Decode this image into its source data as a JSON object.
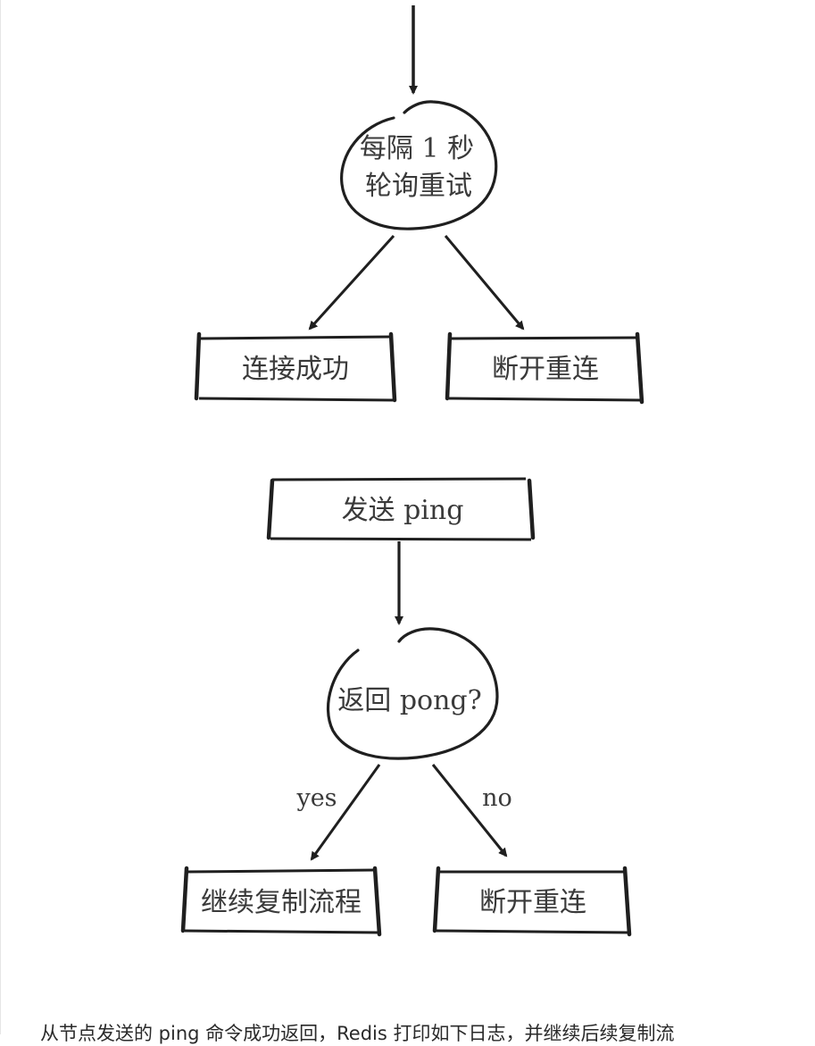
{
  "diagram": {
    "node_retry": {
      "line1": "每隔 1 秒",
      "line2": "轮询重试"
    },
    "node_connect_success": {
      "label": "连接成功"
    },
    "node_disconnect_1": {
      "label": "断开重连"
    },
    "node_send_ping": {
      "label": "发送 ping"
    },
    "node_pong": {
      "label": "返回 pong?"
    },
    "edge_yes": {
      "label": "yes"
    },
    "edge_no": {
      "label": "no"
    },
    "node_continue": {
      "label": "继续复制流程"
    },
    "node_disconnect_2": {
      "label": "断开重连"
    }
  },
  "caption": {
    "text": "从节点发送的 ping 命令成功返回，Redis 打印如下日志，并继续后续复制流"
  },
  "colors": {
    "ink": "#1f1f1f",
    "text": "#3a3a3a"
  }
}
